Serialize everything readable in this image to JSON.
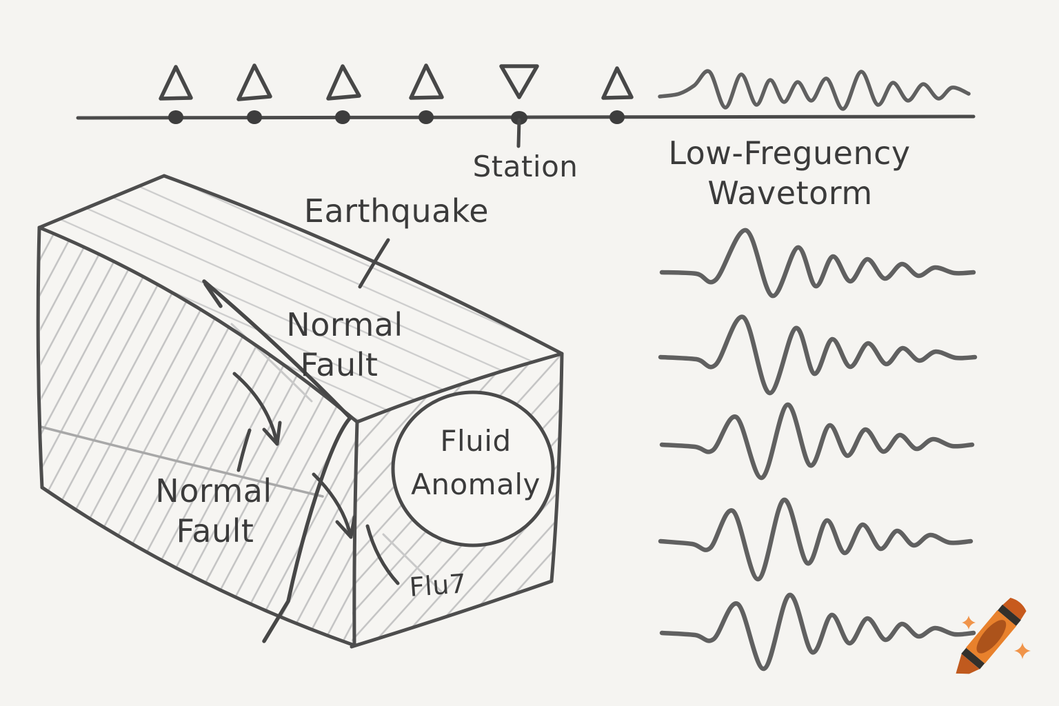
{
  "title": "Earthquake normal-fault sketch diagram",
  "colors": {
    "background": "#f5f4f1",
    "ink": "#4d4d4d",
    "ink_dark": "#3d3d3d",
    "ink_light": "#a8a8a8",
    "hatch": "#c7c7c7",
    "wave": "#575757",
    "text": "#3b3b3b",
    "crayon_body": "#E8812C",
    "crayon_cap": "#C75A1D",
    "crayon_stripe": "#33302B",
    "crayon_oval": "#AC531B",
    "crayon_tip": "#C05A1E",
    "sparkle": "#F0944A"
  },
  "survey": {
    "station_label": "Station",
    "station_count": 6,
    "upward_triangle_count": 5,
    "inverted_triangle_index": 5
  },
  "labels": {
    "station": "Station",
    "low_frequency_line1": "Low-Freguency",
    "low_frequency_line2": "Wavetorm",
    "earthquake": "Earthquake",
    "normal_fault_top_line1": "Normal",
    "normal_fault_top_line2": "Fault",
    "normal_fault_left_line1": "Normal",
    "normal_fault_left_line2": "Fault",
    "fluid_anomaly_line1": "Fluid",
    "fluid_anomaly_line2": "Anomaly",
    "flux": "Flu7"
  },
  "waveforms": {
    "header_trace_count": 1,
    "stacked_trace_count": 5
  },
  "logo": {
    "icon": "crayon-icon",
    "sparkle_icon": "sparkle-icon",
    "sparkle_count": 2
  }
}
